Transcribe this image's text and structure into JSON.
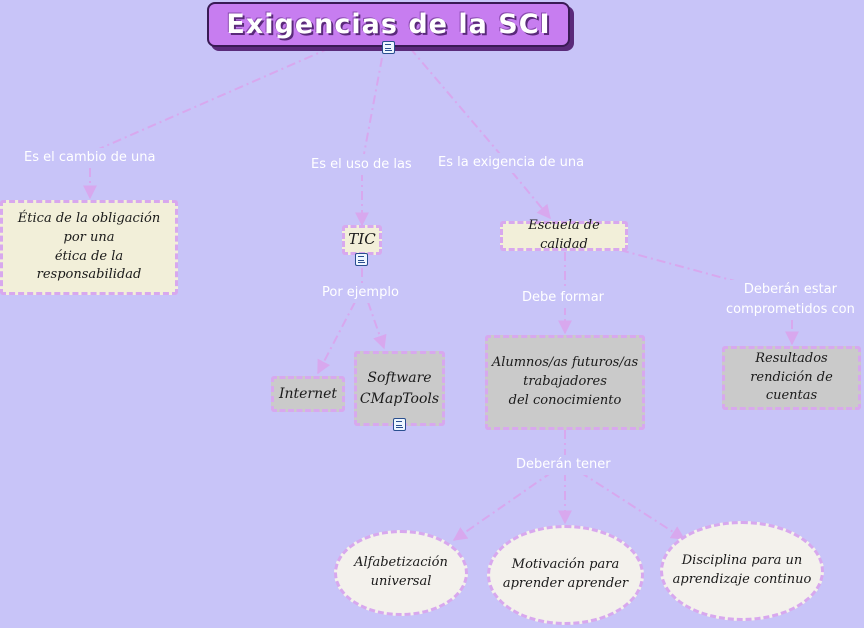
{
  "colors": {
    "background": "#c8c4f8",
    "title_fill": "#c77df0",
    "connector": "#d8a8ee",
    "link_label_text": "#ffffff",
    "concept_beige": "#f2efd9",
    "concept_grey": "#cacaca",
    "concept_ellipse": "#f3f1ec"
  },
  "concepts": {
    "title": "Exigencias de la SCI",
    "etica": "Ética de la obligación\npor una\nética de la responsabilidad",
    "tic": "TIC",
    "escuela": "Escuela de calidad",
    "internet": "Internet",
    "software": "Software\nCMapTools",
    "alumnos": "Alumnos/as futuros/as\ntrabajadores\ndel conocimiento",
    "resultados": "Resultados\nrendición de cuentas",
    "alfabetizacion": "Alfabetización\nuniversal",
    "motivacion": "Motivación para\naprender aprender",
    "disciplina": "Disciplina para un\naprendizaje continuo"
  },
  "links": {
    "cambio": "Es el cambio de una",
    "uso": "Es el uso de las",
    "exigencia": "Es la exigencia de una",
    "ejemplo": "Por ejemplo",
    "formar": "Debe formar",
    "comprometidos": "Deberán estar\ncomprometidos con",
    "tener": "Deberán tener"
  },
  "icons": {
    "resource": "document-icon"
  }
}
